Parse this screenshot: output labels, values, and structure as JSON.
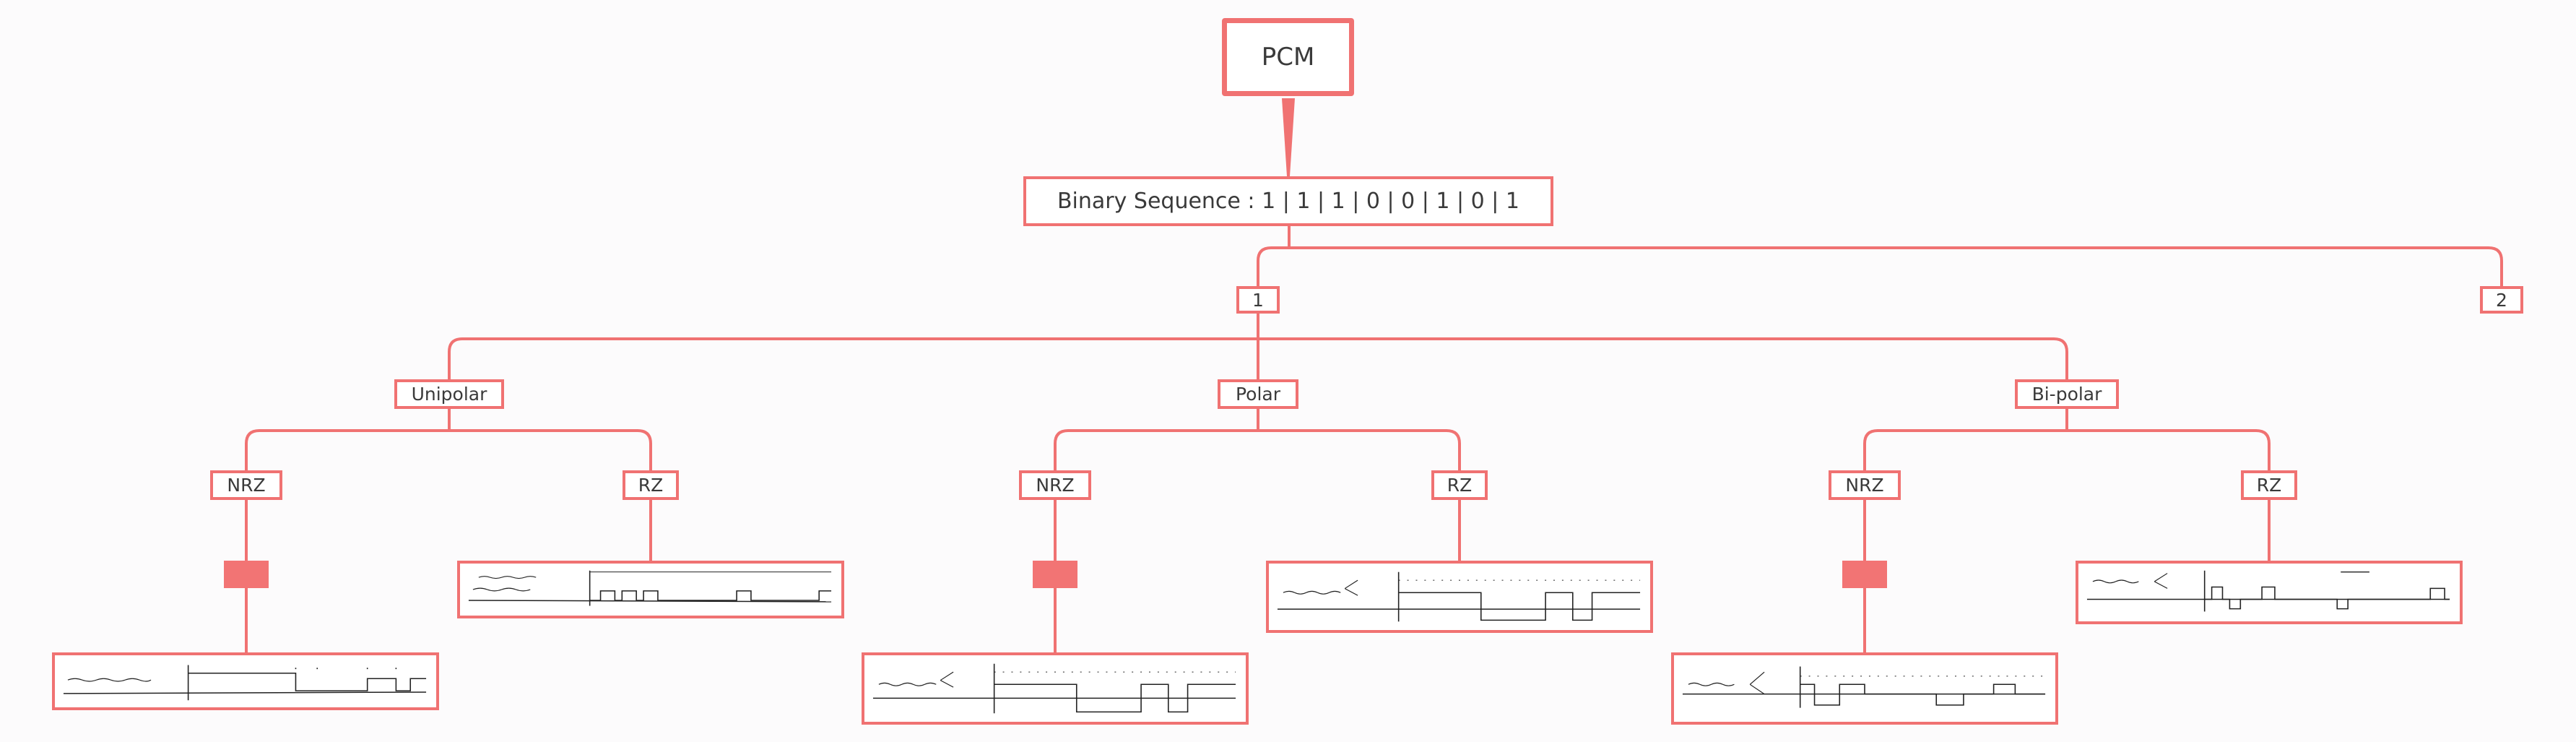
{
  "colors": {
    "accent": "#f07272",
    "text": "#3a3a3a",
    "background": "#fcfbfc"
  },
  "root": {
    "label": "PCM"
  },
  "sequence": {
    "label": "Binary Sequence : 1 | 1 | 1 | 0 | 0 | 1 | 0 | 1"
  },
  "branches": [
    {
      "label": "1"
    },
    {
      "label": "2"
    }
  ],
  "encodings": [
    {
      "label": "Unipolar",
      "children": [
        {
          "label": "NRZ"
        },
        {
          "label": "RZ"
        }
      ]
    },
    {
      "label": "Polar",
      "children": [
        {
          "label": "NRZ"
        },
        {
          "label": "RZ"
        }
      ]
    },
    {
      "label": "Bi-polar",
      "children": [
        {
          "label": "NRZ"
        },
        {
          "label": "RZ"
        }
      ]
    }
  ],
  "thumbnails": [
    {
      "name": "unipolar-nrz-waveform-image"
    },
    {
      "name": "unipolar-rz-waveform-image"
    },
    {
      "name": "polar-nrz-waveform-image"
    },
    {
      "name": "polar-rz-waveform-image"
    },
    {
      "name": "bipolar-nrz-waveform-image"
    },
    {
      "name": "bipolar-rz-waveform-image"
    }
  ]
}
